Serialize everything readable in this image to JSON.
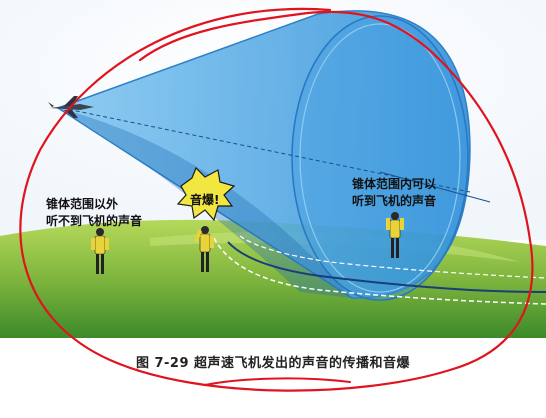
{
  "figure": {
    "label_outside_cone": [
      "锥体范围以外",
      "听不到飞机的声音"
    ],
    "label_inside_cone": [
      "锥体范围内可以",
      "听到飞机的声音"
    ],
    "sonic_boom": "音爆!",
    "caption": "图 7-29  超声速飞机发出的声音的传播和音爆"
  },
  "colors": {
    "cone_fill": "#4aa8e6",
    "cone_edge": "#2f7fc8",
    "grass_light": "#9cc94a",
    "grass_dark": "#3e8a2c",
    "annotation_red": "#e0141e",
    "burst_yellow": "#f2e640"
  },
  "icons": [
    "jet-icon",
    "person-icon",
    "burst-icon"
  ]
}
